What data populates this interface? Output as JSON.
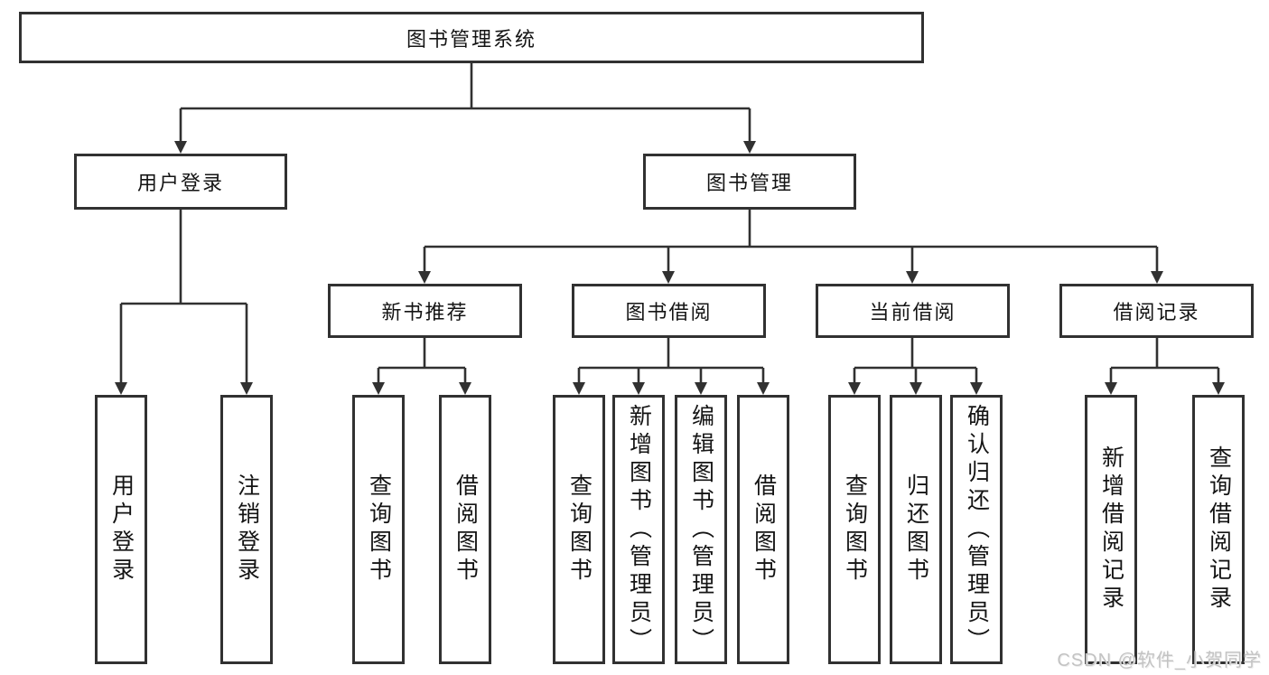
{
  "diagram": {
    "root_label": "图书管理系统",
    "level1": [
      {
        "label": "用户登录"
      },
      {
        "label": "图书管理"
      }
    ],
    "level2": [
      {
        "label": "新书推荐"
      },
      {
        "label": "图书借阅"
      },
      {
        "label": "当前借阅"
      },
      {
        "label": "借阅记录"
      }
    ],
    "leaves": [
      {
        "label": "用户登录"
      },
      {
        "label": "注销登录"
      },
      {
        "label": "查询图书"
      },
      {
        "label": "借阅图书"
      },
      {
        "label": "查询图书"
      },
      {
        "label": "新增图书（管理员）"
      },
      {
        "label": "编辑图书（管理员）"
      },
      {
        "label": "借阅图书"
      },
      {
        "label": "查询图书"
      },
      {
        "label": "归还图书"
      },
      {
        "label": "确认归还（管理员）"
      },
      {
        "label": "新增借阅记录"
      },
      {
        "label": "查询借阅记录"
      }
    ],
    "line_color": "#313131",
    "text_color": "#141414",
    "background_color": "#ffffff"
  },
  "watermark": {
    "text": "CSDN @软件_小贺同学"
  }
}
